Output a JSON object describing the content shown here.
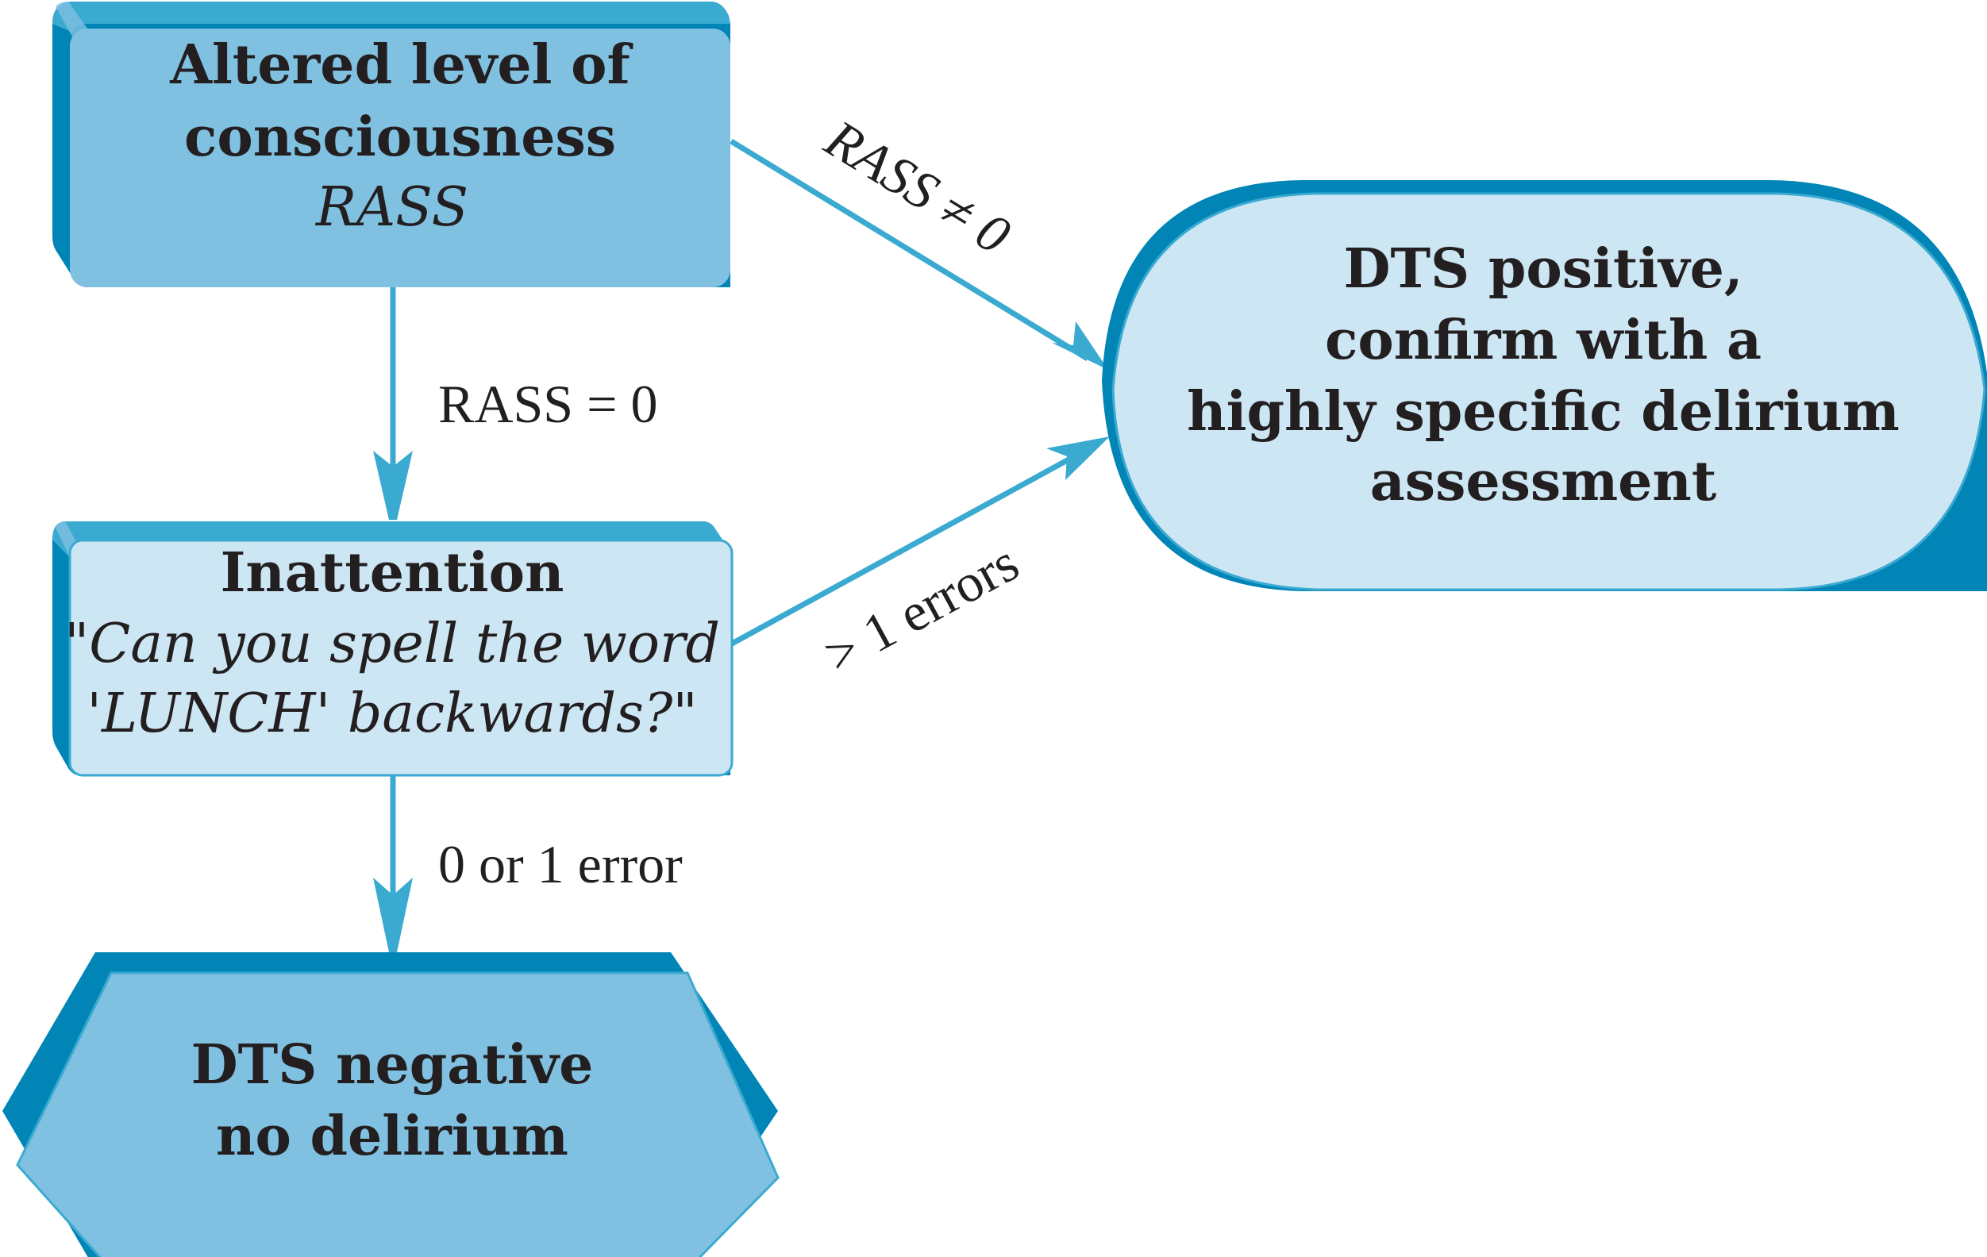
{
  "colors": {
    "connector": "#3aaad1",
    "dark_edge": "#0085b6",
    "mid_edge": "#3aaad1",
    "dark_fill": "#80c1e1",
    "light_fill": "#cde6f4",
    "text": "#231f20"
  },
  "nodes": {
    "altered": {
      "title_line1": "Altered level of",
      "title_line2": "consciousness",
      "subtitle": "RASS"
    },
    "inattention": {
      "title": "Inattention",
      "question_line1": "\"Can you spell the word",
      "question_line2": "'LUNCH' backwards?\""
    },
    "positive": {
      "line1": "DTS positive,",
      "line2": "confirm with a",
      "line3": "highly specific delirium",
      "line4": "assessment"
    },
    "negative": {
      "line1": "DTS negative",
      "line2": "no delirium"
    }
  },
  "edges": {
    "rass_zero": "RASS = 0",
    "rass_nonzero": "RASS ≠ 0",
    "more_errors": "> 1 errors",
    "zero_or_one": "0 or 1 error"
  }
}
